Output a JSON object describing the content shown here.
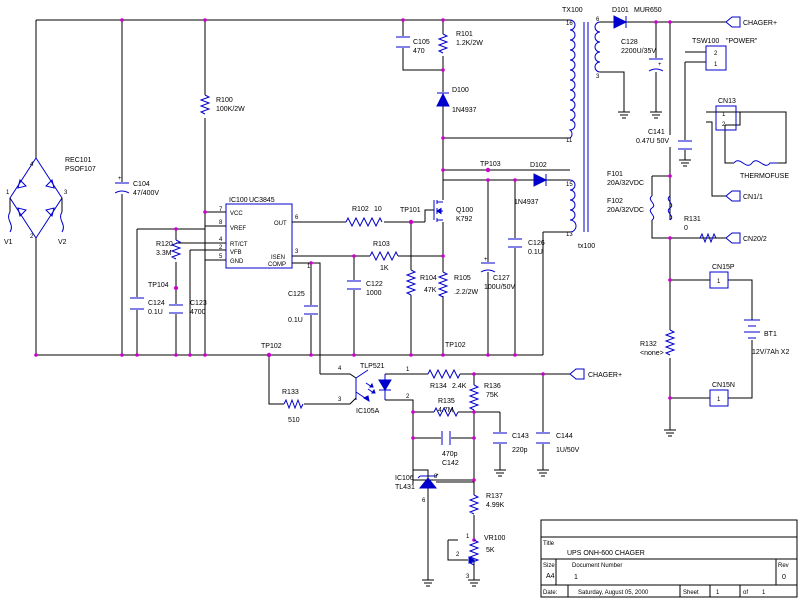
{
  "nets": {
    "chager_top": "CHAGER+",
    "chager_mid": "CHAGER+",
    "cn1": "CN1/1",
    "cn20": "CN20/2"
  },
  "components": {
    "rec101": {
      "ref": "REC101",
      "value": "PSOF107"
    },
    "v1": "V1",
    "v2": "V2",
    "c104": {
      "ref": "C104",
      "value": "47/400V"
    },
    "r100": {
      "ref": "R100",
      "value": "100K/2W"
    },
    "c105": {
      "ref": "C105",
      "value": "470"
    },
    "r101": {
      "ref": "R101",
      "value": "1.2K/2W"
    },
    "d100": {
      "ref": "D100",
      "value": "1N4937"
    },
    "tx100": {
      "ref": "TX100",
      "alt": "tx100"
    },
    "d101": {
      "ref": "D101",
      "value": "MUR650"
    },
    "c128": {
      "ref": "C128",
      "value": "2200U/35V"
    },
    "tsw100": {
      "ref": "TSW100",
      "value": "\"POWER\""
    },
    "cn13": "CN13",
    "c141": {
      "ref": "C141",
      "value": "0.47U 50V"
    },
    "thermofuse": "THERMOFUSE",
    "f101": {
      "ref": "F101",
      "value": "20A/32VDC"
    },
    "f102": {
      "ref": "F102",
      "value": "20A/32VDC"
    },
    "r131": {
      "ref": "R131",
      "value": "0"
    },
    "ic100": {
      "ref": "IC100",
      "value": "UC3845"
    },
    "ic100_pins": {
      "vcc": "VCC",
      "vref": "VREF",
      "rtct": "RT/CT",
      "vfb": "VFB",
      "gnd": "GND",
      "out": "OUT",
      "isen": "ISEN",
      "comp": "COMP"
    },
    "r120": {
      "ref": "R120",
      "value": "3.3M"
    },
    "c124": {
      "ref": "C124",
      "value": "0.1U"
    },
    "c123": {
      "ref": "C123",
      "value": "4700"
    },
    "r102": {
      "ref": "R102",
      "value": "10"
    },
    "r103": {
      "ref": "R103",
      "value": "1K"
    },
    "c122": {
      "ref": "C122",
      "value": "1000"
    },
    "c125": {
      "ref": "C125",
      "value": "0.1U"
    },
    "q100": {
      "ref": "Q100",
      "value": "K792"
    },
    "r104": {
      "ref": "R104",
      "value": "47K"
    },
    "r105": {
      "ref": "R105",
      "value": ".2.2/2W"
    },
    "c127": {
      "ref": "C127",
      "value": "100U/50V"
    },
    "d102": {
      "ref": "D102",
      "value": "1N4937"
    },
    "c126": {
      "ref": "C126",
      "value": "0.1U"
    },
    "cn15p": "CN15P",
    "cn15n": "CN15N",
    "bt1": {
      "ref": "BT1",
      "value": "12V/7Ah X2"
    },
    "r132": {
      "ref": "R132",
      "value": "<none>"
    },
    "tlp521": {
      "ref": "TLP521",
      "alt": "IC105A"
    },
    "r133": {
      "ref": "R133",
      "value": "510"
    },
    "r134": {
      "ref": "R134",
      "value": "2.4K"
    },
    "r135": {
      "ref": "R135",
      "value": "4.7M"
    },
    "r136": {
      "ref": "R136",
      "value": "75K"
    },
    "c142": {
      "ref": "C142",
      "value": "470p"
    },
    "c143": {
      "ref": "C143",
      "value": "220p"
    },
    "c144": {
      "ref": "C144",
      "value": "1U/50V"
    },
    "ic106": {
      "ref": "IC106",
      "value": "TL431"
    },
    "r137": {
      "ref": "R137",
      "value": "4.99K"
    },
    "vr100": {
      "ref": "VR100",
      "value": "5K"
    }
  },
  "testpoints": {
    "tp101": "TP101",
    "tp102": "TP102",
    "tp102b": "TP102",
    "tp103": "TP103",
    "tp104": "TP104"
  },
  "pins": {
    "rec_4": "4",
    "rec_1": "1",
    "rec_3": "3",
    "rec_2": "2",
    "ic_7": "7",
    "ic_8": "8",
    "ic_4": "4",
    "ic_2": "2",
    "ic_5": "5",
    "ic_6": "6",
    "ic_3": "3",
    "ic_1": "1",
    "tx_16": "16",
    "tx_11": "11",
    "tx_13": "13",
    "tx_15": "15",
    "tx_6": "6",
    "tx_3": "3",
    "tsw_2": "2",
    "tsw_1": "1",
    "cn13_1": "1",
    "cn13_2": "2",
    "cn15p_1": "1",
    "cn15n_1": "1",
    "opto_4": "4",
    "opto_3": "3",
    "opto_1": "1",
    "opto_2": "2",
    "ic106_8": "8",
    "ic106_6": "6",
    "vr_1": "1",
    "vr_2": "2",
    "vr_3": "3"
  },
  "title_block": {
    "title_label": "Title",
    "title": "UPS ONH-600   CHAGER",
    "size_label": "Size",
    "size": "A4",
    "docnum_label": "Document Number",
    "docnum": "1",
    "rev_label": "Rev",
    "rev": "0",
    "date_label": "Date:",
    "date": "Saturday, August 05, 2000",
    "sheet_label": "Sheet",
    "sheet": "1",
    "of_label": "of",
    "of": "1"
  }
}
